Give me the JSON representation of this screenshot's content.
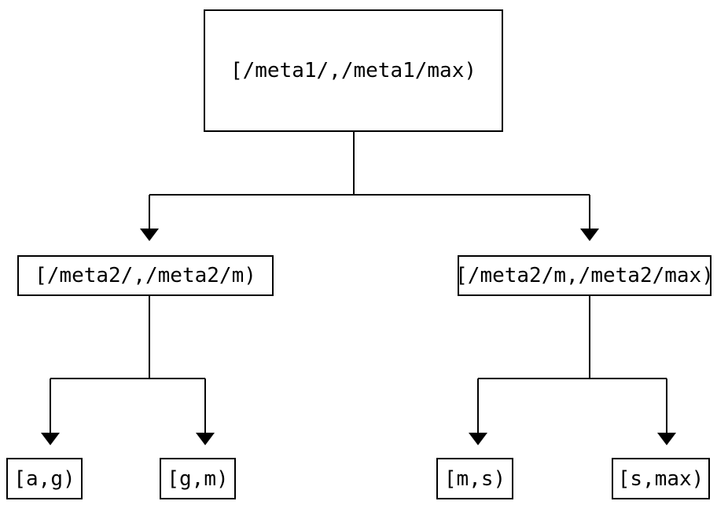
{
  "diagram": {
    "type": "tree",
    "colors": {
      "background": "#ffffff",
      "line": "#000000",
      "text": "#000000"
    },
    "nodes": {
      "root": {
        "label": "[/meta1/,/meta1/max)"
      },
      "meta2_lower": {
        "label": "[/meta2/,/meta2/m)"
      },
      "meta2_upper": {
        "label": "[/meta2/m,/meta2/max)"
      },
      "leaf_a_g": {
        "label": "[a,g)"
      },
      "leaf_g_m": {
        "label": "[g,m)"
      },
      "leaf_m_s": {
        "label": "[m,s)"
      },
      "leaf_s_max": {
        "label": "[s,max)"
      }
    },
    "edges": [
      {
        "from": "root",
        "to": "meta2_lower"
      },
      {
        "from": "root",
        "to": "meta2_upper"
      },
      {
        "from": "meta2_lower",
        "to": "leaf_a_g"
      },
      {
        "from": "meta2_lower",
        "to": "leaf_g_m"
      },
      {
        "from": "meta2_upper",
        "to": "leaf_m_s"
      },
      {
        "from": "meta2_upper",
        "to": "leaf_s_max"
      }
    ]
  }
}
